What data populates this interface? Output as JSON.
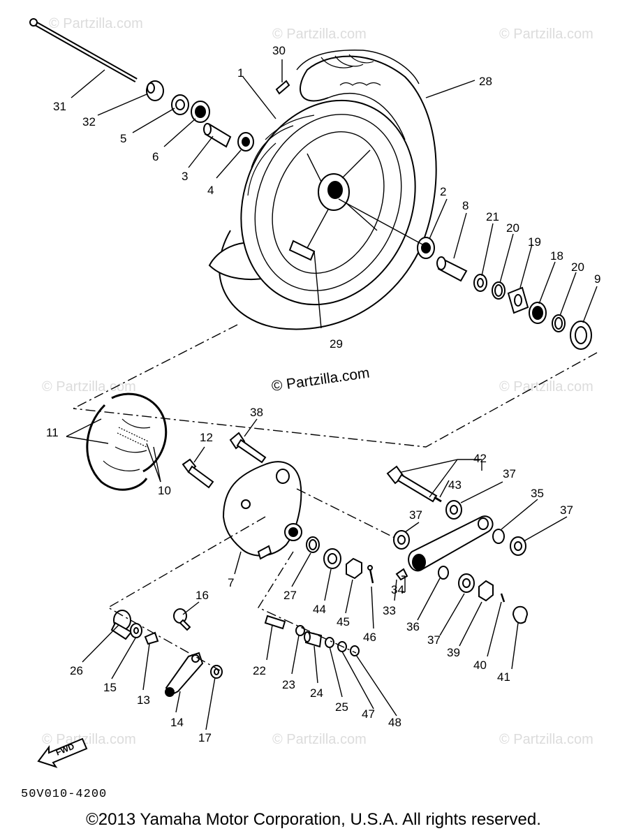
{
  "watermark": {
    "text": "© Partzilla.com",
    "center_text": "© Partzilla.com"
  },
  "callouts": {
    "n1": "1",
    "n2": "2",
    "n3": "3",
    "n4": "4",
    "n5": "5",
    "n6": "6",
    "n7": "7",
    "n8": "8",
    "n9": "9",
    "n10": "10",
    "n11": "11",
    "n12": "12",
    "n13": "13",
    "n14": "14",
    "n15": "15",
    "n16": "16",
    "n17": "17",
    "n18": "18",
    "n19": "19",
    "n20a": "20",
    "n20b": "20",
    "n21": "21",
    "n22": "22",
    "n23": "23",
    "n24": "24",
    "n25": "25",
    "n26": "26",
    "n27": "27",
    "n28": "28",
    "n29": "29",
    "n30": "30",
    "n31": "31",
    "n32": "32",
    "n33": "33",
    "n34": "34",
    "n35": "35",
    "n36": "36",
    "n37a": "37",
    "n37b": "37",
    "n37c": "37",
    "n37d": "37",
    "n38": "38",
    "n39": "39",
    "n40": "40",
    "n41": "41",
    "n42": "42",
    "n43": "43",
    "n44": "44",
    "n45": "45",
    "n46": "46",
    "n47": "47",
    "n48": "48"
  },
  "fwd_label": "FWD",
  "diagram_code": "50V010-4200",
  "copyright": "©2013 Yamaha Motor Corporation, U.S.A. All rights reserved."
}
